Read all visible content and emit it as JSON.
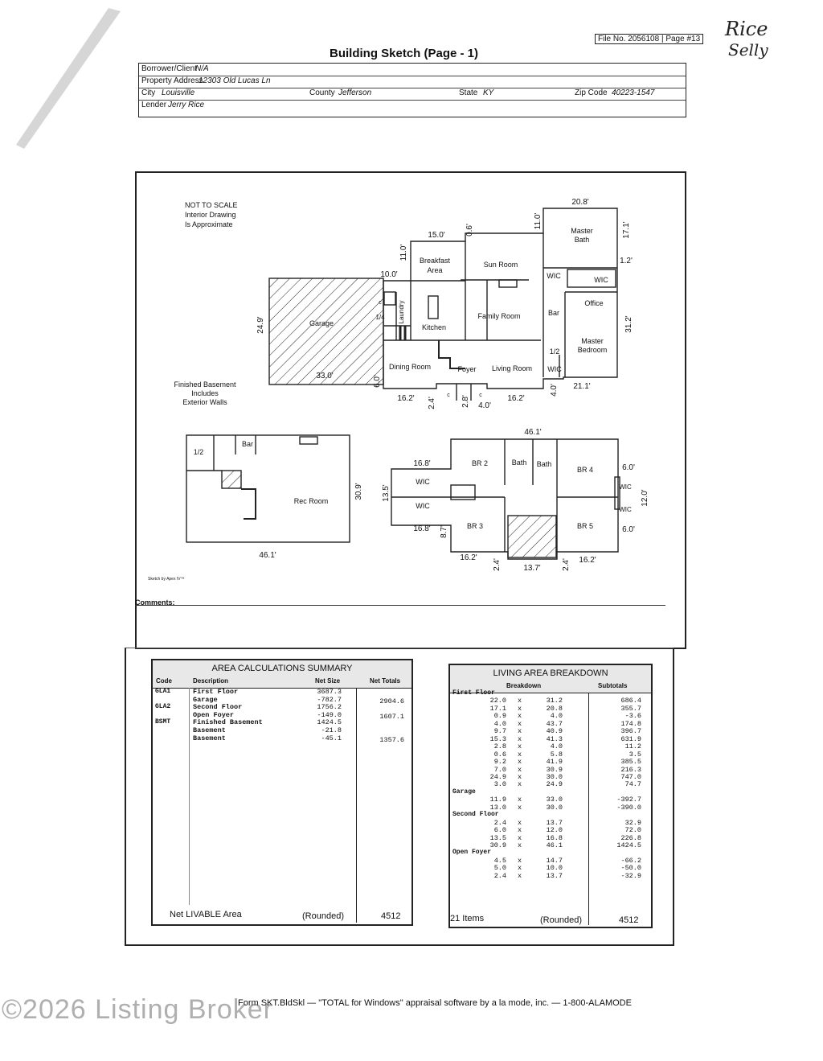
{
  "file_no": "File No. 2056108",
  "page_no": "Page #13",
  "handwritten_top": "Rice",
  "handwritten_bottom": "Selly",
  "title": "Building Sketch (Page - 1)",
  "header": {
    "borrower_label": "Borrower/Client",
    "borrower": "N/A",
    "property_label": "Property Address",
    "property": "12303 Old Lucas Ln",
    "city_label": "City",
    "city": "Louisville",
    "county_label": "County",
    "county": "Jefferson",
    "state_label": "State",
    "state": "KY",
    "zip_label": "Zip Code",
    "zip": "40223-1547",
    "lender_label": "Lender",
    "lender": "Jerry Rice"
  },
  "sketch": {
    "not_to_scale": "NOT TO SCALE",
    "interior": "Interior Drawing",
    "approx": "Is Approximate",
    "finished_1": "Finished Basement",
    "finished_2": "Includes",
    "finished_3": "Exterior Walls",
    "credit": "Sketch by Apex IV™",
    "rooms": {
      "garage": "Garage",
      "breakfast1": "Breakfast",
      "breakfast2": "Area",
      "sun_room": "Sun Room",
      "laundry": "Laundry",
      "kitchen": "Kitchen",
      "family_room": "Family Room",
      "dining_room": "Dining Room",
      "foyer": "Foyer",
      "living_room": "Living Room",
      "master_bath1": "Master",
      "master_bath2": "Bath",
      "wic": "WIC",
      "office": "Office",
      "bar": "Bar",
      "master_bed1": "Master",
      "master_bed2": "Bedroom",
      "half": "1/2",
      "quarter": "1/4",
      "c": "c",
      "rec_room": "Rec Room",
      "br2": "BR 2",
      "br3": "BR 3",
      "br4": "BR 4",
      "br5": "BR 5",
      "bath": "Bath"
    },
    "dims": {
      "d208": "20.8'",
      "d110": "11.0'",
      "d171": "17.1'",
      "d150": "15.0'",
      "d06": "0.6'",
      "d12": "1.2'",
      "d100": "10.0'",
      "d249": "24.9'",
      "d312": "31.2'",
      "d330": "33.0'",
      "d60": "6.0'",
      "d162": "16.2'",
      "d24": "2.4'",
      "d28": "2.8'",
      "d40": "4.0'",
      "d211": "21.1'",
      "d461": "46.1'",
      "d309": "30.9'",
      "d168": "16.8'",
      "d135": "13.5'",
      "d87": "8.7'",
      "d120": "12.0'",
      "d137": "13.7'"
    }
  },
  "comments_label": "Comments:",
  "area_summary": {
    "title": "AREA CALCULATIONS SUMMARY",
    "col_code": "Code",
    "col_desc": "Description",
    "col_size": "Net Size",
    "col_totals": "Net Totals",
    "codes": [
      "GLA1",
      "",
      "GLA2",
      "",
      "BSMT",
      "",
      ""
    ],
    "descriptions": [
      "First Floor",
      "Garage",
      "Second Floor",
      "Open Foyer",
      "Finished Basement",
      "Basement",
      "Basement"
    ],
    "sizes": [
      "3687.3",
      "-782.7",
      "1756.2",
      "-149.0",
      "1424.5",
      "-21.8",
      "-45.1"
    ],
    "totals": [
      "2904.6",
      "1607.1",
      "1357.6"
    ],
    "net_label": "Net LIVABLE Area",
    "rounded": "(Rounded)",
    "net_value": "4512"
  },
  "living_breakdown": {
    "title": "LIVING AREA BREAKDOWN",
    "col_breakdown": "Breakdown",
    "col_subtotals": "Subtotals",
    "sections": [
      {
        "name": "First Floor",
        "rows": [
          [
            "22.0",
            "31.2",
            "686.4"
          ],
          [
            "17.1",
            "20.8",
            "355.7"
          ],
          [
            "0.9",
            "4.0",
            "-3.6"
          ],
          [
            "4.0",
            "43.7",
            "174.8"
          ],
          [
            "9.7",
            "40.9",
            "396.7"
          ],
          [
            "15.3",
            "41.3",
            "631.9"
          ],
          [
            "2.8",
            "4.0",
            "11.2"
          ],
          [
            "0.6",
            "5.8",
            "3.5"
          ],
          [
            "9.2",
            "41.9",
            "385.5"
          ],
          [
            "7.0",
            "30.9",
            "216.3"
          ],
          [
            "24.9",
            "30.0",
            "747.0"
          ],
          [
            "3.0",
            "24.9",
            "74.7"
          ]
        ]
      },
      {
        "name": "Garage",
        "rows": [
          [
            "11.9",
            "33.0",
            "-392.7"
          ],
          [
            "13.0",
            "30.0",
            "-390.0"
          ]
        ]
      },
      {
        "name": "Second Floor",
        "rows": [
          [
            "2.4",
            "13.7",
            "32.9"
          ],
          [
            "6.0",
            "12.0",
            "72.0"
          ],
          [
            "13.5",
            "16.8",
            "226.8"
          ],
          [
            "30.9",
            "46.1",
            "1424.5"
          ]
        ]
      },
      {
        "name": "Open Foyer",
        "rows": [
          [
            "4.5",
            "14.7",
            "-66.2"
          ],
          [
            "5.0",
            "10.0",
            "-50.0"
          ],
          [
            "2.4",
            "13.7",
            "-32.9"
          ]
        ]
      }
    ],
    "times": "x",
    "items_label": "21 Items",
    "rounded": "(Rounded)",
    "total": "4512"
  },
  "footer_form": "Form SKT.BldSkl — \"TOTAL for Windows\" appraisal software by a la mode, inc. — 1-800-ALAMODE",
  "watermark": "©2026 Listing Broker"
}
